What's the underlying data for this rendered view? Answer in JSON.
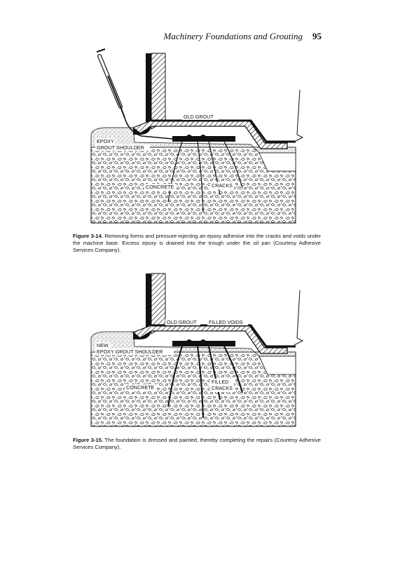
{
  "header": {
    "title": "Machinery Foundations and Grouting",
    "page_number": "95"
  },
  "figure_1": {
    "labels": {
      "old_grout": "OLD GROUT",
      "epoxy": "EPOXY",
      "grout_shoulder": "GROUT SHOULDER",
      "concrete": "CONCRETE",
      "cracks": "CRACKS"
    },
    "caption_number": "Figure 3-14.",
    "caption_text": "Removing forms and pressure-injecting an epoxy adhesive into the cracks and voids under the machine base. Excess epoxy is drained into the trough under the oil pan (Courtesy Adhesive Services Company)."
  },
  "figure_2": {
    "labels": {
      "old_grout": "OLD GROUT",
      "filled_voids": "FILLED VOIDS",
      "new": "NEW",
      "epoxy_grout_shoulder": "EPOXY GROUT SHOULDER",
      "concrete": "CONCRETE",
      "filled": "FILLED",
      "cracks": "CRACKS"
    },
    "caption_number": "Figure 3-15.",
    "caption_text": "The foundation is dressed and painted, thereby completing the repairs (Courtesy Adhesive Services Company)."
  },
  "icons": [
    "epoxy-syringe-icon"
  ],
  "colors": {
    "ink": "#111111",
    "paper": "#ffffff"
  }
}
